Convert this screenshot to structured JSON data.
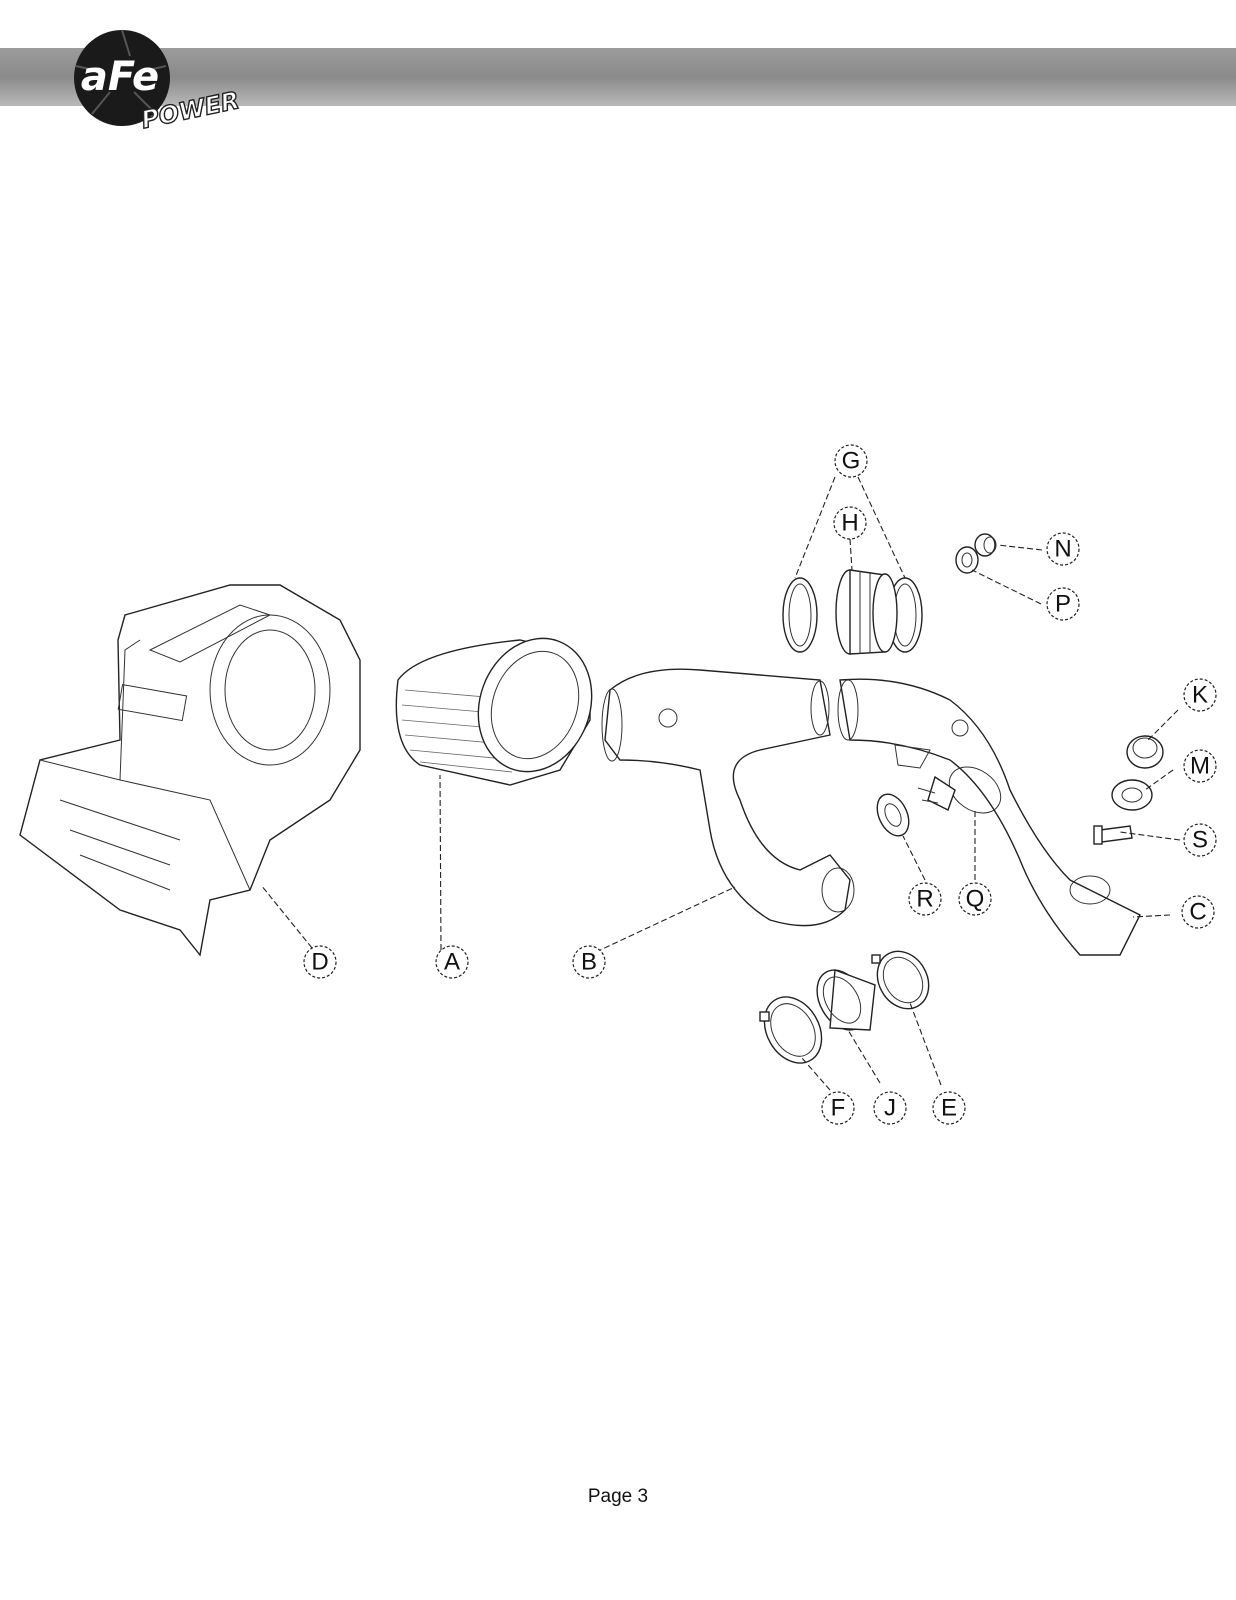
{
  "brand": {
    "logo_top": "aFe",
    "logo_bottom": "POWER"
  },
  "diagram": {
    "callouts": [
      "A",
      "B",
      "C",
      "D",
      "E",
      "F",
      "G",
      "H",
      "J",
      "K",
      "M",
      "N",
      "P",
      "Q",
      "R",
      "S"
    ]
  },
  "footer": {
    "page_label": "Page 3"
  }
}
